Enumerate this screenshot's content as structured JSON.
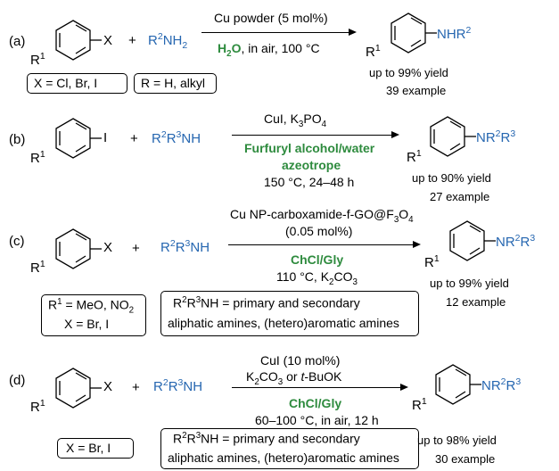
{
  "a": {
    "label": "(a)",
    "r1": "R",
    "r1_sup": "1",
    "x": "X",
    "plus": "+",
    "reagent_main": "R",
    "reagent_sup": "2",
    "reagent_tail": "NH",
    "reagent_sub": "2",
    "catalyst": "Cu powder (5 mol%)",
    "solvent_h": "H",
    "solvent_sub": "2",
    "solvent_o": "O",
    "conditions": ", in air, 100 °C",
    "product_group": "NHR",
    "product_sup": "2",
    "product_r1": "R",
    "product_r1_sup": "1",
    "yield": "up to 99% yield",
    "examples": "39 example",
    "box1": "X = Cl, Br, I",
    "box2": "R = H, alkyl"
  },
  "b": {
    "label": "(b)",
    "r1": "R",
    "r1_sup": "1",
    "x": "I",
    "plus": "+",
    "reagent_r2": "R",
    "reagent_sup2": "2",
    "reagent_r3": "R",
    "reagent_sup3": "3",
    "reagent_tail": "NH",
    "cat_a": "CuI, K",
    "cat_sub": "3",
    "cat_b": "PO",
    "cat_sub2": "4",
    "solvent_line1": "Furfuryl alcohol/water",
    "solvent_line2": "azeotrope",
    "conditions": "150 °C, 24–48 h",
    "product_group": "NR",
    "product_sup2": "2",
    "product_r": "R",
    "product_sup3": "3",
    "product_r1": "R",
    "product_r1_sup": "1",
    "yield": "up to 90% yield",
    "examples": "27 example"
  },
  "c": {
    "label": "(c)",
    "r1": "R",
    "r1_sup": "1",
    "x": "X",
    "plus": "+",
    "reagent_r2": "R",
    "reagent_sup2": "2",
    "reagent_r3": "R",
    "reagent_sup3": "3",
    "reagent_tail": "NH",
    "cat_a": "Cu NP-carboxamide-f-GO@F",
    "cat_sub": "3",
    "cat_b": "O",
    "cat_sub2": "4",
    "loading": "(0.05 mol%)",
    "solvent": "ChCl/Gly",
    "cond_a": "110 °C, K",
    "cond_sub": "2",
    "cond_b": "CO",
    "cond_sub2": "3",
    "product_group": "NR",
    "product_sup2": "2",
    "product_r": "R",
    "product_sup3": "3",
    "product_r1": "R",
    "product_r1_sup": "1",
    "yield": "up to 99% yield",
    "examples": "12 example",
    "box1_a": "R",
    "box1_sup": "1",
    "box1_b": " = MeO, NO",
    "box1_sub": "2",
    "box1_line2": "X = Br, I",
    "box2_r2": "R",
    "box2_sup2": "2",
    "box2_r3": "R",
    "box2_sup3": "3",
    "box2_line1": "NH = primary and secondary",
    "box2_line2": "aliphatic amines, (hetero)aromatic amines"
  },
  "d": {
    "label": "(d)",
    "r1": "R",
    "r1_sup": "1",
    "x": "X",
    "plus": "+",
    "reagent_r2": "R",
    "reagent_sup2": "2",
    "reagent_r3": "R",
    "reagent_sup3": "3",
    "reagent_tail": "NH",
    "catalyst": "CuI (10 mol%)",
    "base_a": "K",
    "base_sub": "2",
    "base_b": "CO",
    "base_sub2": "3",
    "base_c": " or ",
    "base_d": "t",
    "base_e": "-BuOK",
    "solvent": "ChCl/Gly",
    "conditions": "60–100 °C, in air, 12 h",
    "product_group": "NR",
    "product_sup2": "2",
    "product_r": "R",
    "product_sup3": "3",
    "product_r1": "R",
    "product_r1_sup": "1",
    "yield": "up to 98% yield",
    "examples": "30 example",
    "box1": "X = Br, I",
    "box2_r2": "R",
    "box2_sup2": "2",
    "box2_r3": "R",
    "box2_sup3": "3",
    "box2_line1": "NH = primary and secondary",
    "box2_line2": "aliphatic amines, (hetero)aromatic amines"
  },
  "colors": {
    "reagent_blue": "#2566b0",
    "solvent_green": "#2e8b3e"
  }
}
